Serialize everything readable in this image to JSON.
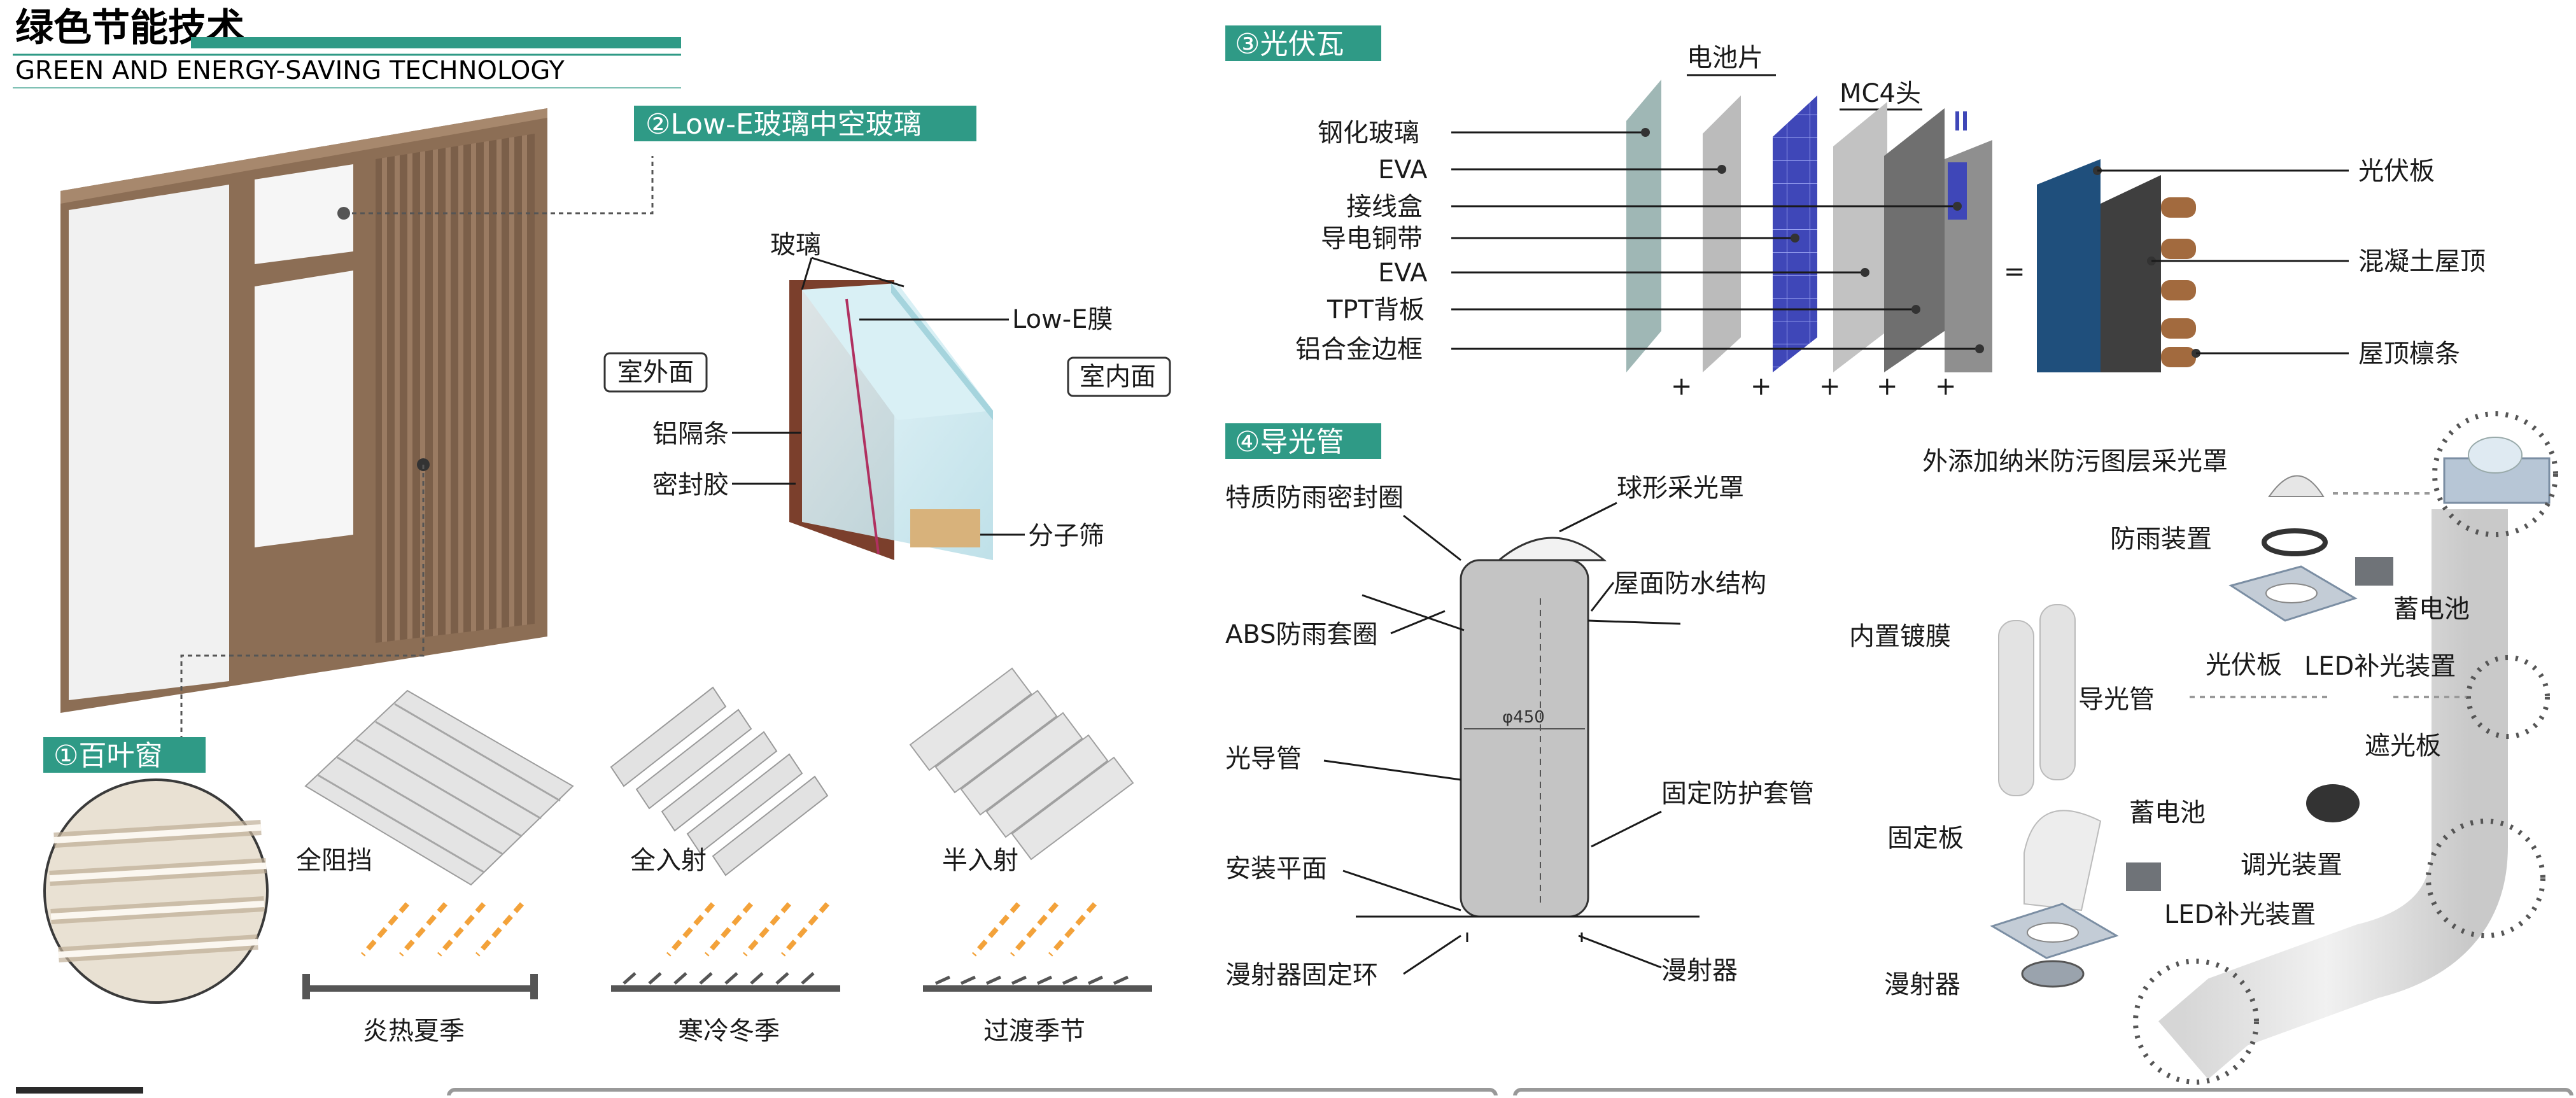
{
  "header": {
    "title": "绿色节能技术",
    "subtitle": "GREEN AND ENERGY-SAVING TECHNOLOGY"
  },
  "sections": {
    "louver": {
      "tag": "①百叶窗"
    },
    "lowe": {
      "tag": "②Low-E玻璃中空玻璃"
    },
    "pv": {
      "tag": "③光伏瓦"
    },
    "lightpipe": {
      "tag": "④导光管"
    }
  },
  "lowe_labels": {
    "glass": "玻璃",
    "lowe_film": "Low-E膜",
    "outdoor": "室外面",
    "indoor": "室内面",
    "spacer": "铝隔条",
    "sealant": "密封胶",
    "sieve": "分子筛"
  },
  "louver_modes": [
    {
      "name": "全阻挡",
      "season": "炎热夏季"
    },
    {
      "name": "全入射",
      "season": "寒冷冬季"
    },
    {
      "name": "半入射",
      "season": "过渡季节"
    }
  ],
  "pv_labels": {
    "cell": "电池片",
    "mc4": "MC4头",
    "layers": [
      "钢化玻璃",
      "EVA",
      "接线盒",
      "导电铜带",
      "EVA",
      "TPT背板",
      "铝合金边框"
    ],
    "equals": "=",
    "plus": "+",
    "right": [
      "光伏板",
      "混凝土屋顶",
      "屋顶檩条"
    ]
  },
  "pipe_labels": {
    "left": [
      "特质防雨密封圈",
      "ABS防雨套圈",
      "光导管",
      "安装平面",
      "漫射器固定环"
    ],
    "right": [
      "球形采光罩",
      "屋面防水结构",
      "固定防护套管",
      "漫射器"
    ],
    "diameter": "φ450"
  },
  "kit_labels": {
    "dome": "外添加纳米防污图层采光罩",
    "rainproof": "防雨装置",
    "battery_top": "蓄电池",
    "pv_board": "光伏板",
    "led_top": "LED补光装置",
    "coating": "内置镀膜",
    "pipe": "导光管",
    "shade": "遮光板",
    "fix_board": "固定板",
    "battery_bottom": "蓄电池",
    "dimmer": "调光装置",
    "led_bottom": "LED补光装置",
    "diffuser": "漫射器"
  },
  "colors": {
    "accent": "#2f9a86",
    "wood": "#8c6e55",
    "pv_blue": "#3f47b8",
    "panel_navy": "#1f4f7c"
  }
}
